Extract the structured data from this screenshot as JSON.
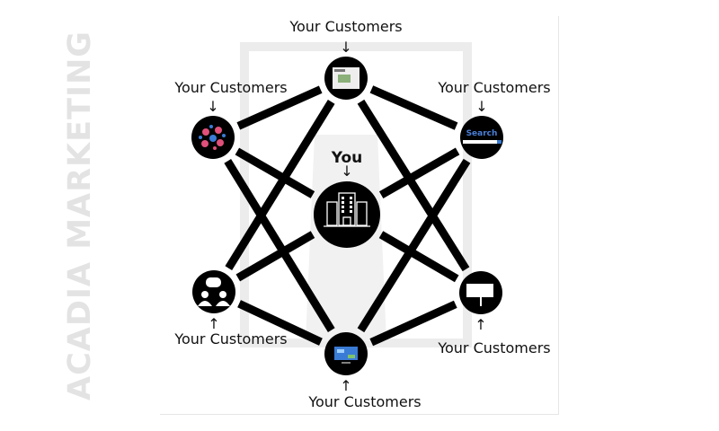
{
  "watermark": "ACADIA MARKETING",
  "center": {
    "label": "You",
    "icon": "office-building-icon"
  },
  "nodes": [
    {
      "id": "newspaper",
      "label": "Your Customers",
      "icon": "newspaper-icon"
    },
    {
      "id": "social",
      "label": "Your Customers",
      "icon": "social-media-reactions-icon"
    },
    {
      "id": "search",
      "label": "Your Customers",
      "icon": "search-engine-icon",
      "icon_text": "Search"
    },
    {
      "id": "community",
      "label": "Your Customers",
      "icon": "people-chat-icon"
    },
    {
      "id": "billboard",
      "label": "Your Customers",
      "icon": "billboard-icon"
    },
    {
      "id": "tv",
      "label": "Your Customers",
      "icon": "smart-tv-icon"
    }
  ],
  "colors": {
    "node": "#000000",
    "line": "#000000",
    "watermark": "#e3e3e3"
  }
}
